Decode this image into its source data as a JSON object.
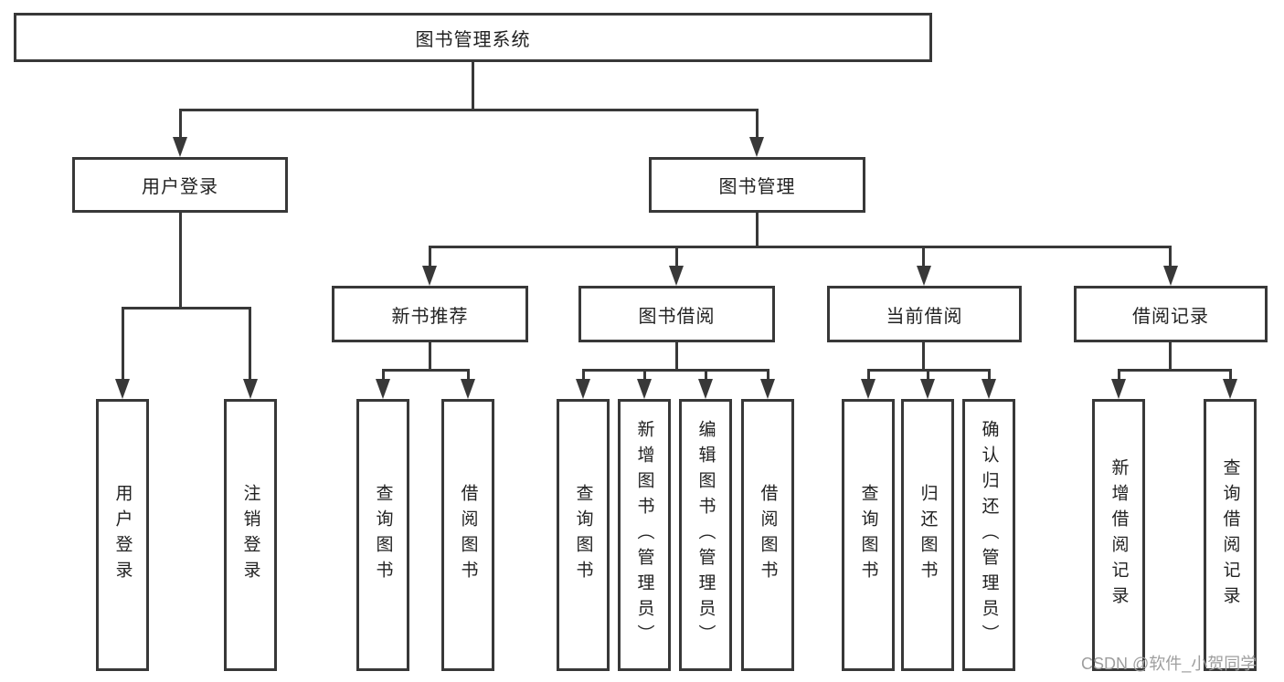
{
  "diagram_type": "hierarchy-org-chart",
  "colors": {
    "line": "#383838",
    "box_background": "#ffffff",
    "text": "#222222",
    "watermark": "#9e9e9e"
  },
  "tree": {
    "root": {
      "label": "图书管理系统"
    },
    "branches": [
      {
        "label": "用户登录",
        "children": [
          {
            "label": "用户登录"
          },
          {
            "label": "注销登录"
          }
        ]
      },
      {
        "label": "图书管理",
        "children": [
          {
            "label": "新书推荐",
            "children": [
              {
                "label": "查询图书"
              },
              {
                "label": "借阅图书"
              }
            ]
          },
          {
            "label": "图书借阅",
            "children": [
              {
                "label": "查询图书"
              },
              {
                "label": "新增图书（管理员）"
              },
              {
                "label": "编辑图书（管理员）"
              },
              {
                "label": "借阅图书"
              }
            ]
          },
          {
            "label": "当前借阅",
            "children": [
              {
                "label": "查询图书"
              },
              {
                "label": "归还图书"
              },
              {
                "label": "确认归还（管理员）"
              }
            ]
          },
          {
            "label": "借阅记录",
            "children": [
              {
                "label": "新增借阅记录"
              },
              {
                "label": "查询借阅记录"
              }
            ]
          }
        ]
      }
    ]
  },
  "watermark": {
    "text": "CSDN @软件_小贺同学"
  }
}
